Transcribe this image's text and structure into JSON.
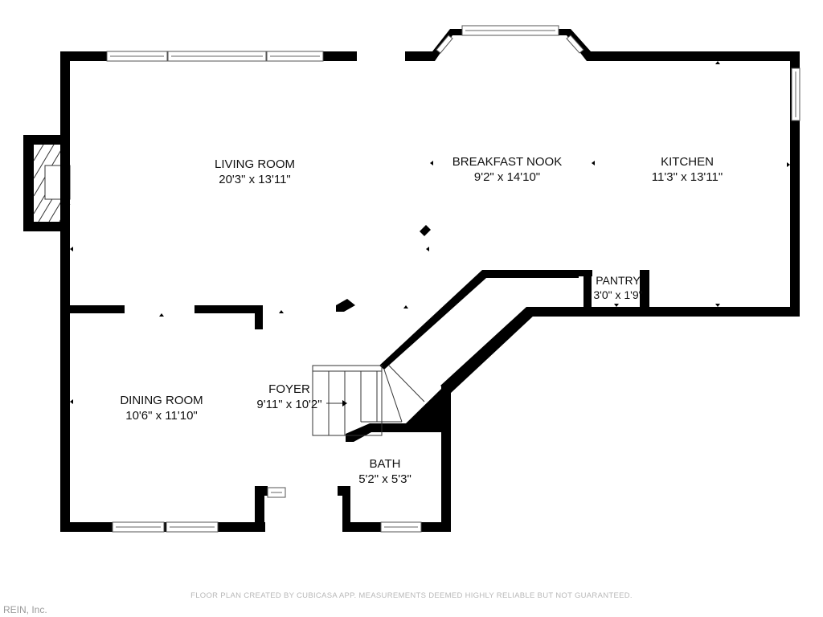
{
  "floor_plan": {
    "rooms": [
      {
        "name": "LIVING ROOM",
        "dimensions": "20'3\" x 13'11\""
      },
      {
        "name": "BREAKFAST NOOK",
        "dimensions": "9'2\" x 14'10\""
      },
      {
        "name": "KITCHEN",
        "dimensions": "11'3\" x 13'11\""
      },
      {
        "name": "PANTRY",
        "dimensions": "3'0\" x 1'9\""
      },
      {
        "name": "DINING ROOM",
        "dimensions": "10'6\" x 11'10\""
      },
      {
        "name": "FOYER",
        "dimensions": "9'11\" x 10'2\""
      },
      {
        "name": "BATH",
        "dimensions": "5'2\" x 5'3\""
      }
    ],
    "features": [
      "fireplace",
      "staircase",
      "bay-window"
    ],
    "colors": {
      "wall": "#000000",
      "background": "#ffffff",
      "footer_text": "#b8b8b8"
    }
  },
  "footer": {
    "disclaimer": "FLOOR PLAN CREATED BY CUBICASA APP. MEASUREMENTS DEEMED HIGHLY RELIABLE BUT NOT GUARANTEED."
  },
  "watermark": {
    "text": "REIN, Inc."
  }
}
